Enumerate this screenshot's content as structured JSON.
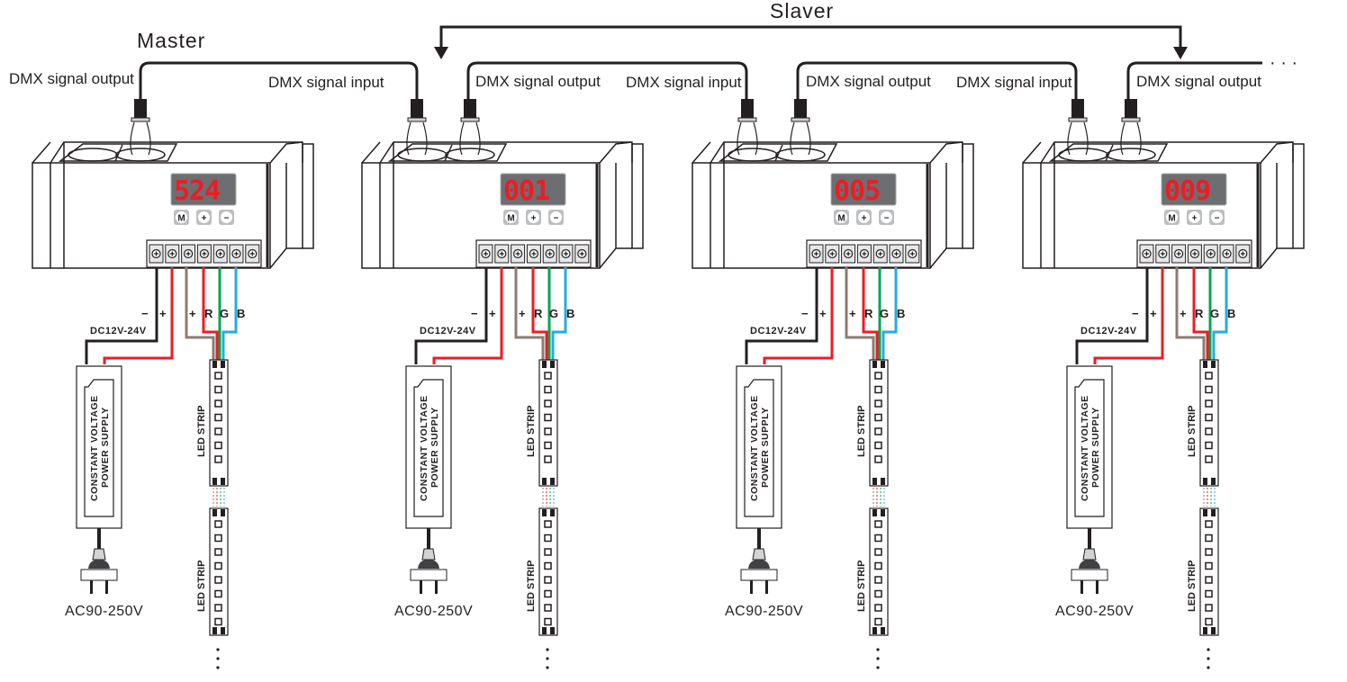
{
  "diagram": {
    "title_master": "Master",
    "title_slaver": "Slaver",
    "continuation": "· · ·",
    "colors": {
      "line": "#231f20",
      "display_bg": "#6d6e71",
      "segment_red": "#ed1c24",
      "wire_black": "#231f20",
      "wire_red": "#ed1c24",
      "wire_brown": "#8c7b73",
      "wire_green": "#00a651",
      "wire_blue": "#27aae1"
    },
    "units": [
      {
        "role": "master",
        "display": "524",
        "dmx_output_label": "DMX signal output",
        "dmx_input_label": null,
        "buttons": [
          "M",
          "+",
          "−"
        ],
        "power_label": "DC12V-24V",
        "psu_line1": "CONSTANT VOLTAGE",
        "psu_line2": "POWER SUPPLY",
        "ac_label": "AC90-250V",
        "wire_labels": {
          "minus": "−",
          "plus": "+",
          "common": "+",
          "r": "R",
          "g": "G",
          "b": "B"
        },
        "strip_label": "LED STRIP"
      },
      {
        "role": "slave",
        "display": "001",
        "dmx_input_label": "DMX signal input",
        "dmx_output_label": "DMX signal output",
        "buttons": [
          "M",
          "+",
          "−"
        ],
        "power_label": "DC12V-24V",
        "psu_line1": "CONSTANT VOLTAGE",
        "psu_line2": "POWER SUPPLY",
        "ac_label": "AC90-250V",
        "wire_labels": {
          "minus": "−",
          "plus": "+",
          "common": "+",
          "r": "R",
          "g": "G",
          "b": "B"
        },
        "strip_label": "LED STRIP"
      },
      {
        "role": "slave",
        "display": "005",
        "dmx_input_label": "DMX signal input",
        "dmx_output_label": "DMX signal output",
        "buttons": [
          "M",
          "+",
          "−"
        ],
        "power_label": "DC12V-24V",
        "psu_line1": "CONSTANT VOLTAGE",
        "psu_line2": "POWER SUPPLY",
        "ac_label": "AC90-250V",
        "wire_labels": {
          "minus": "−",
          "plus": "+",
          "common": "+",
          "r": "R",
          "g": "G",
          "b": "B"
        },
        "strip_label": "LED STRIP"
      },
      {
        "role": "slave",
        "display": "009",
        "dmx_input_label": "DMX signal input",
        "dmx_output_label": "DMX signal output",
        "buttons": [
          "M",
          "+",
          "−"
        ],
        "power_label": "DC12V-24V",
        "psu_line1": "CONSTANT VOLTAGE",
        "psu_line2": "POWER SUPPLY",
        "ac_label": "AC90-250V",
        "wire_labels": {
          "minus": "−",
          "plus": "+",
          "common": "+",
          "r": "R",
          "g": "G",
          "b": "B"
        },
        "strip_label": "LED STRIP"
      }
    ]
  }
}
